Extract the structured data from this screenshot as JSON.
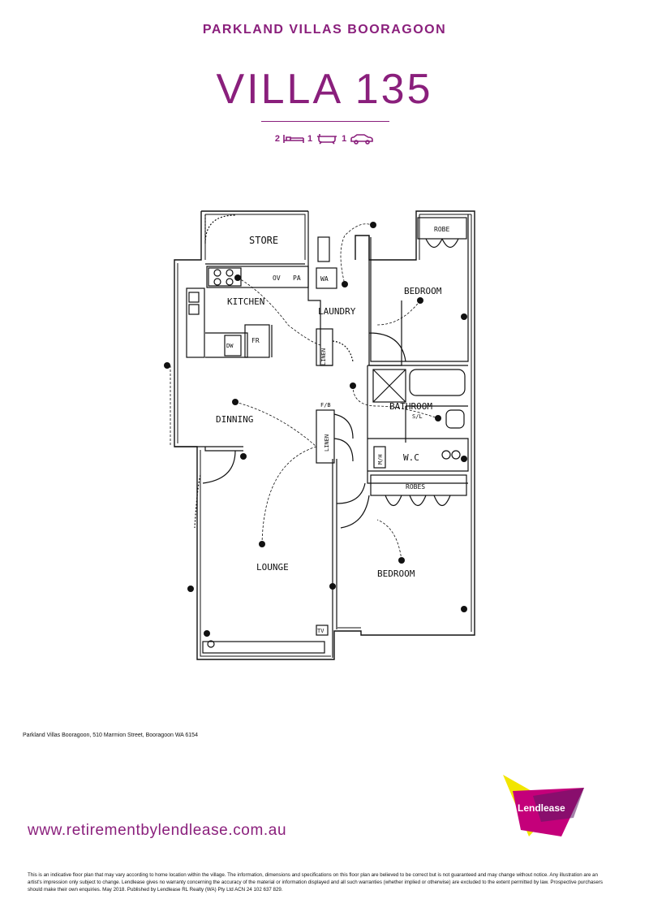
{
  "header": {
    "village_name": "PARKLAND VILLAS BOORAGOON",
    "villa_title": "VILLA 135"
  },
  "features": {
    "bedrooms": "2",
    "bedroom_icon": "bed-icon",
    "bathrooms": "1",
    "bathroom_icon": "bath-icon",
    "car_spaces": "1",
    "car_icon": "car-icon"
  },
  "floorplan": {
    "rooms": {
      "store": "STORE",
      "kitchen": "KITCHEN",
      "laundry": "LAUNDRY",
      "bedroom1": "BEDROOM",
      "bedroom2": "BEDROOM",
      "dining": "DINNING",
      "lounge": "LOUNGE",
      "bathroom": "BATHROOM",
      "wc": "W.C",
      "robe": "ROBE",
      "robes": "ROBES"
    },
    "fixtures": {
      "oven": "OV",
      "pantry": "PA",
      "washer": "WA",
      "fridge": "FR",
      "dishwasher": "DW",
      "linen1": "LINEN",
      "linen2": "LINEN",
      "fire_blanket": "F/B",
      "shower_lamp": "S/L",
      "hot_water": "M/H",
      "tv": "TV"
    }
  },
  "footer": {
    "address": "Parkland Villas Booragoon, 510 Marmion Street, Booragoon WA 6154",
    "website": "www.retirementbylendlease.com.au",
    "logo_text": "Lendlease",
    "disclaimer": "This is an indicative floor plan that may vary according to home location within the village. The information, dimensions and specifications on this floor plan are believed to be correct but is not guaranteed and may change without notice. Any illustration are an artist's impression only subject to change. Lendlease gives no warranty concerning the accuracy of the material or information displayed and all such warranties (whether implied or otherwise) are excluded to the extent permitted by law. Prospective purchasers should make their own enquiries. May 2018. Published by Lendlease RL Realty (WA) Pty Ltd ACN 24 102 637 829."
  },
  "colors": {
    "brand_purple": "#8a1f7c",
    "logo_yellow": "#f2e500",
    "logo_magenta": "#c4007a",
    "logo_purple": "#5a1a63"
  }
}
